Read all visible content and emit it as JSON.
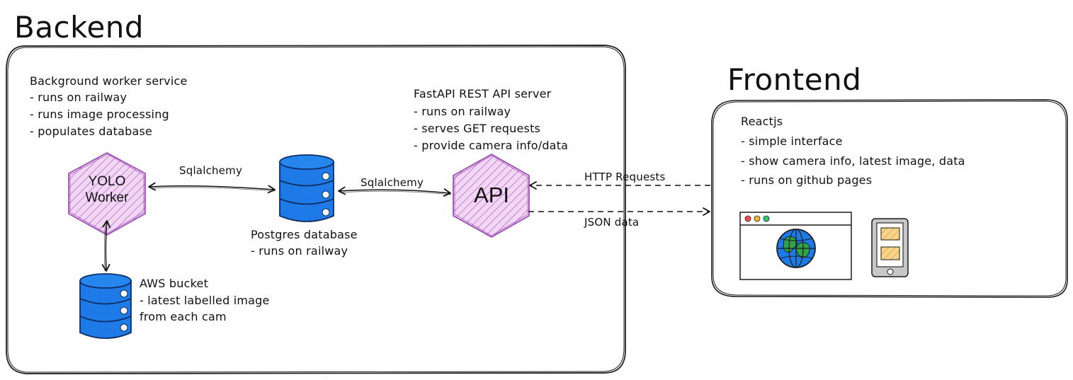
{
  "backend": {
    "title": "Backend",
    "worker_notes": [
      "Background worker service",
      "- runs on railway",
      "- runs image processing",
      "- populates database"
    ],
    "worker_label": [
      "YOLO",
      "Worker"
    ],
    "postgres_notes": [
      "Postgres database",
      "- runs on railway"
    ],
    "aws_notes": [
      "AWS bucket",
      "- latest labelled image",
      "from each cam"
    ],
    "api_notes": [
      "FastAPI REST API server",
      "- runs on railway",
      "- serves GET requests",
      "- provide camera info/data"
    ],
    "api_label": "API",
    "edge_worker_db": "Sqlalchemy",
    "edge_db_api": "Sqlalchemy"
  },
  "frontend": {
    "title": "Frontend",
    "notes": [
      "Reactjs",
      "- simple interface",
      "- show camera info, latest image, data",
      "- runs on github pages"
    ]
  },
  "edges": {
    "http_requests": "HTTP Requests",
    "json_data": "JSON data"
  },
  "colors": {
    "db_blue": "#1e7ae6",
    "db_outline": "#0f2f66",
    "hex_fill": "#e8bff0",
    "hex_outline": "#9b4bb3",
    "stroke": "#1b1b1b",
    "globe_land": "#2fa34a",
    "mobile_card": "#f5ca73"
  },
  "icons": {
    "worker": "hexagon-icon",
    "database": "database-icon",
    "browser": "browser-window-icon",
    "globe": "globe-icon",
    "mobile": "mobile-phone-icon"
  }
}
